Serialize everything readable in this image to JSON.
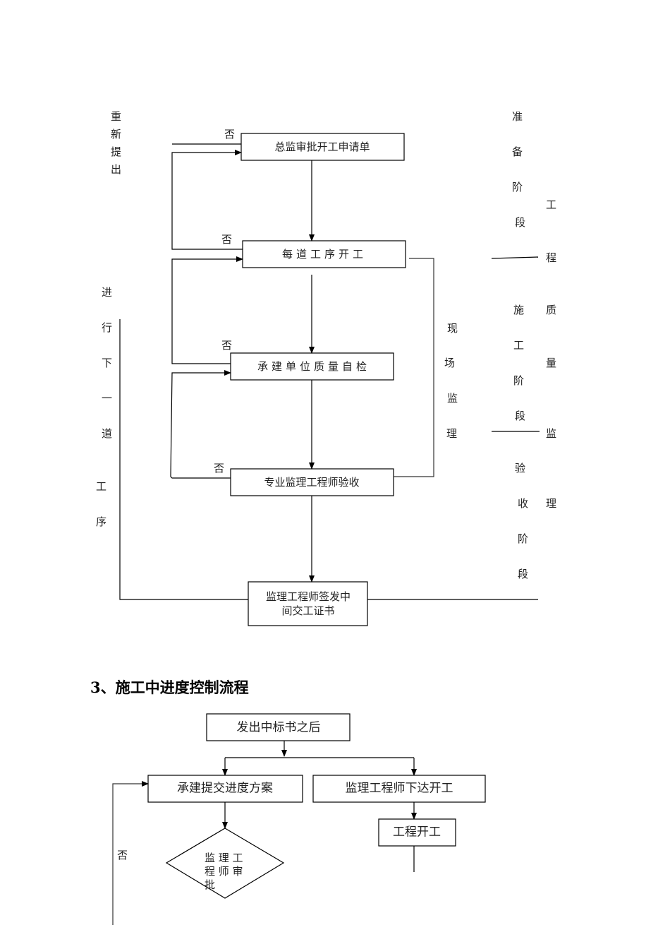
{
  "diagram1": {
    "nodes": {
      "approve_application": "总监审批开工申请单",
      "each_process_start": "每道工序开工",
      "contractor_self_check": "承建单位质量自检",
      "engineer_acceptance": "专业监理工程师验收",
      "issue_certificate_line1": "监理工程师签发中",
      "issue_certificate_line2": "间交工证书"
    },
    "no_label": "否",
    "left_labels": {
      "resubmit": [
        "重",
        "新",
        "提",
        "出"
      ],
      "next_process": [
        "进",
        "行",
        "下",
        "一",
        "道",
        "工",
        "序"
      ]
    },
    "site_supervision": [
      "现",
      "场",
      "监",
      "理"
    ],
    "phases": {
      "preparation": [
        "准",
        "备",
        "阶",
        "段"
      ],
      "construction": [
        "施",
        "工",
        "阶",
        "段"
      ],
      "acceptance": [
        "验",
        "收",
        "阶",
        "段"
      ]
    },
    "quality_supervision": [
      "工",
      "程",
      "质",
      "量",
      "监",
      "理"
    ]
  },
  "section3": {
    "heading": "3、施工中进度控制流程",
    "nodes": {
      "after_bid": "发出中标书之后",
      "submit_schedule": "承建提交进度方案",
      "issue_start_order": "监理工程师下达开工",
      "project_start": "工程开工",
      "engineer_review_line1": "监 理 工",
      "engineer_review_line2": "程 师 审",
      "engineer_review_line3": "批"
    },
    "no_label": "否"
  }
}
